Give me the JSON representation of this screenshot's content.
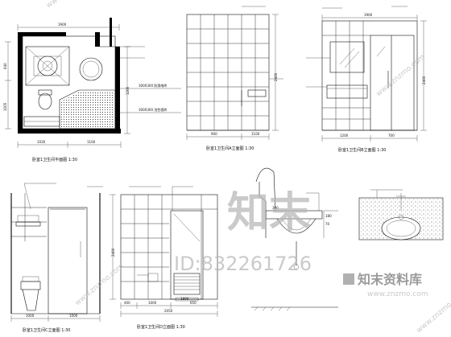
{
  "drawing": {
    "plan": {
      "caption": "卧室1卫生间平面图 1:30",
      "dims_top": [
        "1900"
      ],
      "dims_left": [
        "640",
        "1005"
      ],
      "dims_bottom": [
        "1030",
        "1100"
      ],
      "dims_right": [
        "1200"
      ],
      "notes": [
        "300X300 防滑地砖",
        "300X300 浅色墙砖"
      ]
    },
    "elev_a": {
      "caption": "卧室1卫生间A立面图 1:30",
      "dims_bottom": [
        "900",
        "1100"
      ],
      "dims_right": [
        "2400"
      ]
    },
    "elev_b": {
      "caption": "卧室1卫生间B立面图 1:30",
      "dims_top": [
        "1900"
      ],
      "dims_bottom": [
        "1200",
        "700"
      ],
      "dims_right": [
        "2400"
      ]
    },
    "elev_c": {
      "caption": "卧室1卫生间C立面图 1:30",
      "dims_bottom": [
        "1000",
        "1000"
      ]
    },
    "elev_d": {
      "caption": "卧室1卫生间D立面图 1:30",
      "dims_bottom": [
        "400",
        "1000",
        "650"
      ],
      "dims_total": [
        "2050"
      ],
      "dims_right": [
        "2400"
      ],
      "door_label": [
        "1800"
      ]
    },
    "detail": {
      "dims": [
        "300",
        "180",
        "70"
      ]
    }
  },
  "watermark": {
    "site_cn": "知末",
    "id_text": "ID:832261726",
    "logo_text": "知末资料库",
    "url": "www.znzmo.com",
    "diag_url": "www.znzmo.com"
  }
}
